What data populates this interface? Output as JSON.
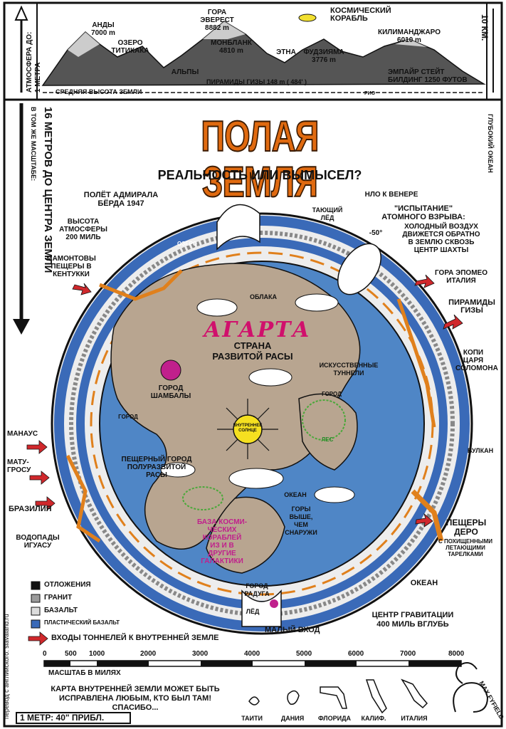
{
  "title": "ПОЛАЯ ЗЕМЛЯ",
  "subtitle": "РЕАЛЬНОСТЬ ИЛИ ВЫМЫСЕЛ?",
  "top_panel": {
    "left_vertical": "АТМОСФЕРА ДО:\n1 МЕТРА",
    "right_vertical": "10 КМ.",
    "everest": "ГОРА ЭВЕРЕСТ\n8882 m",
    "spaceship": "КОСМИЧЕСКИЙ\nКОРАБЛЬ",
    "andes": "АНДЫ\n7000 m",
    "titicaca": "ОЗЕРО\nТИТИКАКА",
    "montblanc": "МОНБЛАНК\n4810 m",
    "etna": "ЭТНА",
    "fuji": "ФУДЗИЯМА\n3776 m",
    "kilimanjaro": "КИЛИМАНДЖАРО\n6010 m",
    "alps": "АЛЬПЫ",
    "pyramids": "ПИРАМИДЫ ГИЗЫ 148 m ( 484' )",
    "empire": "ЭМПАЙР СТЕЙТ\nБИЛДИНГ 1250 ФУТОВ",
    "avg_height": "СРЕДНЯЯ ВЫСОТА ЗЕМЛИ",
    "rio": "РИО"
  },
  "left_side": {
    "vertical_small": "В ТОМ ЖЕ МАСШТАБЕ:",
    "vertical_big": "16 МЕТРОВ ДО ЦЕНТРА ЗЕМЛИ",
    "credit": "перевод с английского: slavaland.ru"
  },
  "right_side": {
    "vertical": "ГЛУБОКИЙ ОКЕАН"
  },
  "labels": {
    "byrd": "ПОЛЁТ АДМИРАЛА\nБЁРДА 1947",
    "atmosphere": "ВЫСОТА\nАТМОСФЕРЫ\n200 МИЛЬ",
    "mammoth": "МАМОНТОВЫ\nПЕЩЕРЫ В\nКЕНТУККИ",
    "lake": "ОЗЕРО",
    "melting_ice": "ТАЮЩИЙ\nЛЁД",
    "ufo_venus": "НЛО К ВЕНЕРЕ",
    "atomic_title": "\"ИСПЫТАНИЕ\"\nАТОМНОГО ВЗРЫВА:",
    "atomic_text": "ХОЛОДНЫЙ ВОЗДУХ\nДВИЖЕТСЯ ОБРАТНО\nВ ЗЕМЛЮ СКВОЗЬ\nЦЕНТР ШАХТЫ",
    "minus50": "-50°",
    "epomeo": "ГОРА ЭПОМЕО\nИТАЛИЯ",
    "giza": "ПИРАМИДЫ\nГИЗЫ",
    "solomon": "КОПИ\nЦАРЯ\nСОЛОМОНА",
    "clouds": "ОБЛАКА",
    "agarta": "АГАРТА",
    "agarta_sub": "СТРАНА\nРАЗВИТОЙ РАСЫ",
    "shambala": "ГОРОД\nШАМБАЛЫ",
    "tunnels": "ИСКУССТВЕННЫЕ\nТУННЕЛИ",
    "city1": "ГОРОД",
    "city2": "ГОРОД",
    "forest": "ЛЕС",
    "sun": "ВНУТРЕННЕЕ\nСОЛНЦЕ",
    "cave_city": "ПЕЩЕРНЫЙ ГОРОД\nПОЛУРАЗВИТОЙ\nРАСЫ",
    "ocean_inner": "ОКЕАН",
    "mountains": "ГОРЫ\nВЫШЕ,\nЧЕМ\nСНАРУЖИ",
    "spaceport": "БАЗА КОСМИ-\nЧЕСКИХ\nКОРАБЛЕЙ\nИЗ И В\nДРУГИЕ\nГАЛАКТИКИ",
    "volcano": "ВУЛКАН",
    "dero": "ПЕЩЕРЫ\nДЕРО",
    "dero_sub": "С ПОХИЩЕННЫМИ\nЛЕТАЮЩИМИ\nТАРЕЛКАМИ",
    "manaus": "МАНАУС",
    "matogrosso": "МАТУ-\nГРОСУ",
    "brazilia": "БРАЗИЛИЯ",
    "iguazu": "ВОДОПАДЫ\nИГУАСУ",
    "ocean_outer": "ОКЕАН",
    "rainbow": "ГОРОД\nРАДУГА",
    "ice": "ЛЁД",
    "small_entry": "МАЛЫЙ ВХОД",
    "gravity": "ЦЕНТР ГРАВИТАЦИИ\n400 МИЛЬ ВГЛУБЬ"
  },
  "legend": [
    {
      "label": "ОТЛОЖЕНИЯ",
      "color": "#111111"
    },
    {
      "label": "ГРАНИТ",
      "color": "#9a9a9a"
    },
    {
      "label": "БАЗАЛЬТ",
      "color": "#dcdcdc"
    },
    {
      "label": "ПЛАСТИЧЕСКИЙ БАЗАЛЬТ",
      "color": "#3a6ab8"
    }
  ],
  "legend_arrow": "ВХОДЫ ТОННЕЛЕЙ К ВНУТРЕННЕЙ ЗЕМЛЕ",
  "scale": {
    "ticks": [
      "0",
      "500",
      "1000",
      "2000",
      "3000",
      "4000",
      "5000",
      "6000",
      "7000",
      "8000"
    ],
    "caption": "МАСШТАБ В МИЛЯХ"
  },
  "bottom": {
    "map_note": "КАРТА ВНУТРЕННЕЙ ЗЕМЛИ МОЖЕТ БЫТЬ\nИСПРАВЛЕНА ЛЮБЫМ, КТО БЫЛ ТАМ!\nСПАСИБО...",
    "meter": "1 МЕТР: 40\" ПРИБЛ.",
    "places": [
      "ТАИТИ",
      "ДАНИЯ",
      "ФЛОРИДА",
      "КАЛИФ.",
      "ИТАЛИЯ"
    ],
    "signature": "MAX FYFIELD"
  },
  "colors": {
    "ocean": "#4f86c6",
    "land": "#b8a590",
    "crust_blue": "#3a6ab8",
    "tunnel_orange": "#e0801c",
    "title_orange": "#e06a10",
    "arrow_red": "#d0282c",
    "magenta": "#d0106c",
    "forest_green": "#4aa83a"
  }
}
